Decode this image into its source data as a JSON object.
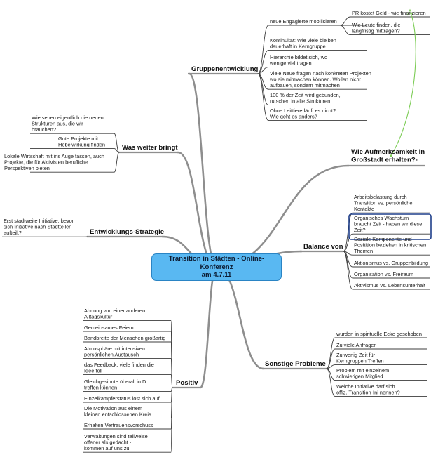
{
  "colors": {
    "branch_line": "#8e8e8e",
    "leaf_line": "#3c3c3c",
    "center_fill": "#59b8f2",
    "selected_border": "#1f3f8a",
    "arrow": "#7ccc55"
  },
  "center": {
    "title": "Transition in Städten - Online-Konferenz\nam 4.7.11"
  },
  "branches": {
    "gruppenentwicklung": {
      "label": "Gruppenentwicklung",
      "children": [
        "neue Engagierte mobilisieren",
        "Kontinuität: Wie viele bleiben\ndauerhaft in Kerngruppe",
        "Hierarchie bildet sich, wo\nwenige viel tragen",
        "Viele Neue fragen nach konkreten Projekten\nwo sie mitmachen können. Wollen nicht\naufbauen, sondern mitmachen",
        "100 % der Zeit wird gebunden,\nrutschen in alte Strukturen",
        "Ohne Leittiere läuft es nicht?\nWie geht es anders?"
      ],
      "sub_children": [
        "PR kostet Geld - wie finanzieren",
        "Wie Leute finden, die\nlangfristig mittragen?"
      ]
    },
    "was_weiter_bringt": {
      "label": "Was weiter bringt",
      "children": [
        "Wie sehen eigentlich die neuen\nStrukturen aus, die wir\nbrauchen?",
        "Gute Projekte mit\nHebelwirkung finden",
        "Lokale Wirtschaft mit ins Auge fassen, auch\nProjekte, die für Aktivisten berufliche\nPerspektiven bieten"
      ]
    },
    "entwicklungs_strategie": {
      "label": "Entwicklungs-Strategie",
      "children": [
        "Erst stadtweite Initiative, bevor\nsich Initiative nach Stadtteilen\naufteilt?"
      ]
    },
    "aufmerksamkeit": {
      "label": "Wie Aufmerksamkeit in\nGroßstadt erhalten?-"
    },
    "balance": {
      "label": "Balance von",
      "children": [
        "Arbeitsbelastung durch\nTransition vs. persönliche\nKontakte",
        "Organisches Wachstum\nbraucht Zeit - haben wir diese\nZeit?",
        "Soziale Komponente und\nPositition beziehen in kritischen\nThemen",
        "Aktionismus vs. Gruppenbildung",
        "Organisation vs. Freiraum",
        "Aktivismus vs. Lebensunterhalt"
      ]
    },
    "probleme": {
      "label": "Sonstige Probleme",
      "children": [
        "wurden in spirituelle Ecke geschoben",
        "Zu viele Anfragen",
        "Zu wenig Zeit für\nKerngruppen Treffen",
        "Problem mit einzelnem\nschwierigen Mitglied",
        "Welche Initiative darf sich\noffiz. Transition-Ini nennen?"
      ]
    },
    "positiv": {
      "label": "Positiv",
      "children": [
        "Ahnung von einer anderen\nAlltagskultur",
        "Gemeinsames Feiern",
        "Bandbreite der Menschen großartig",
        "Atmosphäre mit intensivem\npersönlichen Austausch",
        "das Feedback: viele finden die\nIdee toll",
        "Gleichgesinnte überall in D\ntreffen können",
        "Einzelkämpferstatus löst sich auf",
        "Die Motivation aus einem\nkleinen entschlossenen Kreis",
        "Erhalten Vertrauensvorschuss",
        "Verwaltungen sind teilweise\noffener als gedacht -\nkommen auf uns zu"
      ]
    }
  }
}
